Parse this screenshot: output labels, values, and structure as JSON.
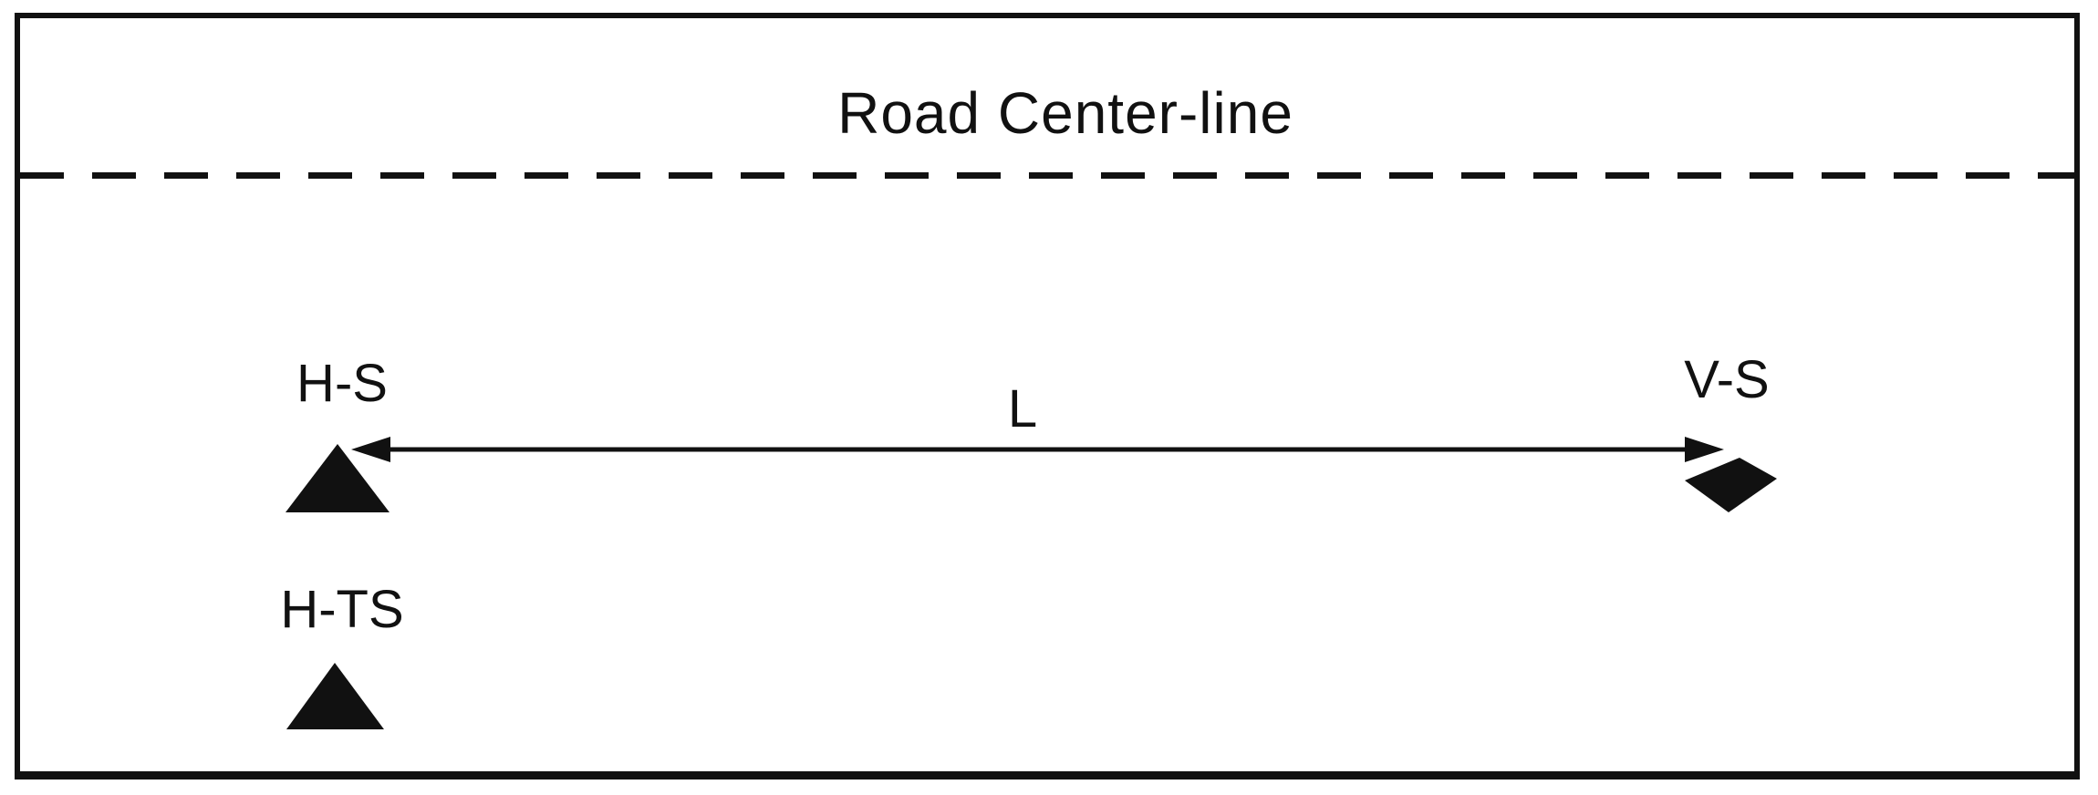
{
  "figure": {
    "title": "Road Center-line",
    "labels": {
      "hs": "H-S",
      "vs": "V-S",
      "hts": "H-TS",
      "distance": "L"
    },
    "markers": {
      "hs": "filled-triangle",
      "hts": "filled-triangle",
      "vs": "filled-diamond",
      "distance": "double-headed-arrow"
    },
    "colors": {
      "ink": "#111111",
      "background": "#ffffff"
    }
  }
}
